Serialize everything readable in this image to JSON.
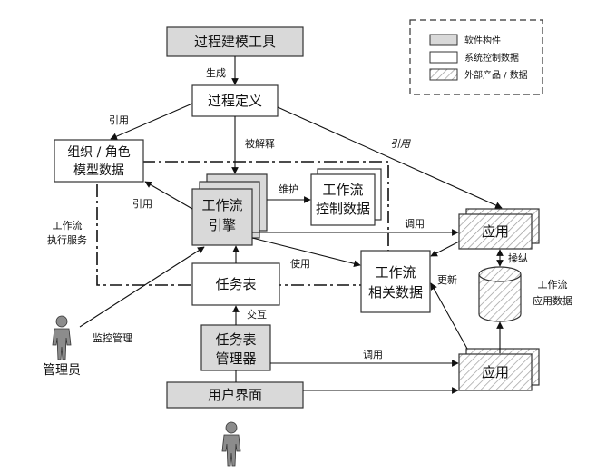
{
  "legend": {
    "items": [
      {
        "label": "软件构件",
        "style": "gray"
      },
      {
        "label": "系统控制数据",
        "style": "white"
      },
      {
        "label": "外部产品 / 数据",
        "style": "hatched"
      }
    ]
  },
  "nodes": {
    "modeling_tool": "过程建模工具",
    "process_definition": "过程定义",
    "org_model": [
      "组织 / 角色",
      "模型数据"
    ],
    "workflow_engine": [
      "工作流",
      "引擎"
    ],
    "workflow_control_data": [
      "工作流",
      "控制数据"
    ],
    "worklist": "任务表",
    "workflow_relevant_data": [
      "工作流",
      "相关数据"
    ],
    "worklist_handler": [
      "任务表",
      "管理器"
    ],
    "user_interface": "用户界面",
    "app_top": "应用",
    "app_bottom": "应用",
    "app_data": [
      "工作流",
      "应用数据"
    ],
    "admin_label": "管理员",
    "enactment_service": [
      "工作流",
      "执行服务"
    ]
  },
  "edges": {
    "generate": "生成",
    "reference_left": "引用",
    "reference_right": "引用",
    "interpreted": "被解释",
    "maintain": "维护",
    "reference_engine": "引用",
    "invoke_top": "调用",
    "operate": "操纵",
    "use": "使用",
    "update": "更新",
    "interact": "交互",
    "invoke_bottom": "调用",
    "monitor": "监控管理"
  }
}
